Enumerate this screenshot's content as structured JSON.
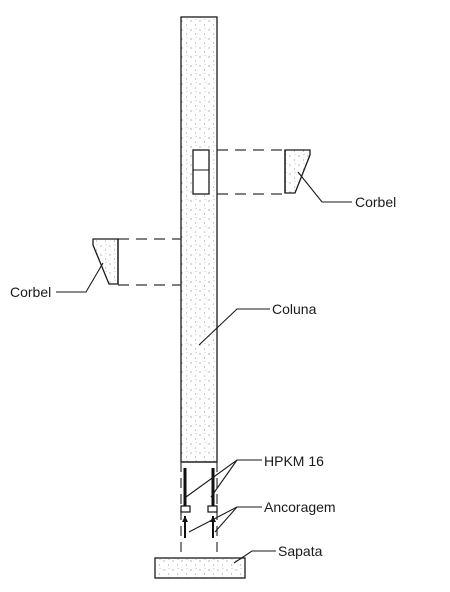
{
  "labels": {
    "corbel_right": "Corbel",
    "corbel_left": "Corbel",
    "column": "Coluna",
    "rebar": "HPKM 16",
    "anchorage": "Ancoragem",
    "footing": "Sapata"
  }
}
